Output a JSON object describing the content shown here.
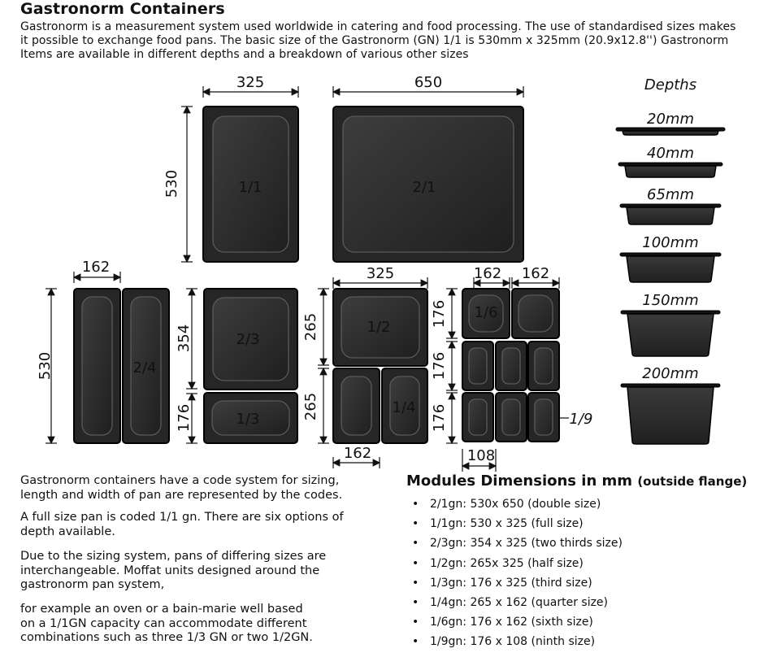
{
  "heading": "Gastronorm Containers",
  "intro_lines": [
    "Gastronorm is a measurement system used worldwide in catering and food processing. The use of standardised sizes makes",
    "it possible to exchange food pans. The basic size of the Gastronorm (GN) 1/1 is 530mm x 325mm (20.9x12.8'') Gastronorm",
    "Items are available in different depths and a breakdown of various other sizes"
  ],
  "diagram": {
    "dims": {
      "w325_top": "325",
      "w650": "650",
      "h530_top": "530",
      "w162_left": "162",
      "h530_left": "530",
      "h354": "354",
      "h176_a": "176",
      "h265_a": "265",
      "h265_b": "265",
      "w325_mid": "325",
      "w162_mid": "162",
      "w162_r1": "162",
      "w162_r2": "162",
      "h176_r1": "176",
      "h176_r2": "176",
      "h176_r3": "176",
      "w108": "108"
    },
    "pans": {
      "p1_1": "1/1",
      "p2_1": "2/1",
      "p2_4": "2/4",
      "p2_3": "2/3",
      "p1_3": "1/3",
      "p1_2": "1/2",
      "p1_4": "1/4",
      "p1_6": "1/6",
      "p1_9": "1/9"
    },
    "depths_title": "Depths",
    "depths": [
      "20mm",
      "40mm",
      "65mm",
      "100mm",
      "150mm",
      "200mm"
    ]
  },
  "paragraphs": [
    [
      "Gastronorm containers have a code system for sizing,",
      "length and width of pan are represented by the codes."
    ],
    [
      "A full size pan is coded 1/1 gn. There are six options of",
      "depth available."
    ],
    [
      "Due to the sizing system, pans of differing sizes are",
      "interchangeable. Moffat units designed around the",
      "gastronorm pan system,"
    ],
    [
      "for example an oven or a bain-marie well based",
      "on a 1/1GN capacity can accommodate different",
      "combinations such as three 1/3 GN or two 1/2GN."
    ]
  ],
  "modules": {
    "title": "Modules Dimensions in mm",
    "title_suffix": "(outside flange)",
    "bullet": "•",
    "items": [
      "2/1gn: 530x 650 (double size)",
      "1/1gn: 530 x 325 (full size)",
      "2/3gn: 354 x 325 (two thirds size)",
      "1/2gn: 265x 325 (half size)",
      "1/3gn: 176 x 325 (third size)",
      "1/4gn: 265 x 162 (quarter size)",
      "1/6gn: 176 x 162 (sixth size)",
      "1/9gn: 176 x 108 (ninth size)"
    ]
  },
  "colors": {
    "pan_dark": "#262626",
    "pan_inner": "#3a3a3a",
    "text": "#111111"
  }
}
